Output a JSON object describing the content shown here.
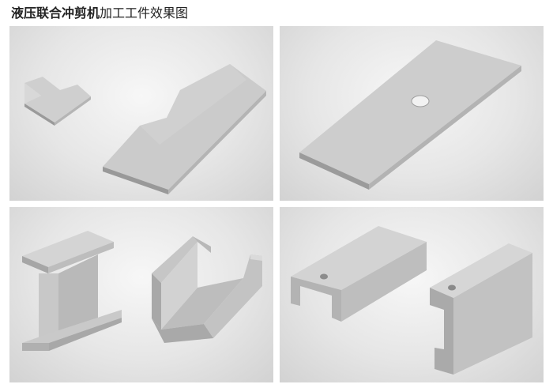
{
  "header": {
    "title_bold": "液压联合冲剪机",
    "title_normal": "加工工件效果图"
  },
  "panels": [
    {
      "name": "panel-top-left",
      "items": [
        "small-notched-plate",
        "angled-cut-plate"
      ]
    },
    {
      "name": "panel-top-right",
      "items": [
        "punched-flat-plate"
      ]
    },
    {
      "name": "panel-bottom-left",
      "items": [
        "i-beam-section",
        "channel-section"
      ]
    },
    {
      "name": "panel-bottom-right",
      "items": [
        "punched-channel",
        "punched-channel-upright"
      ]
    }
  ]
}
